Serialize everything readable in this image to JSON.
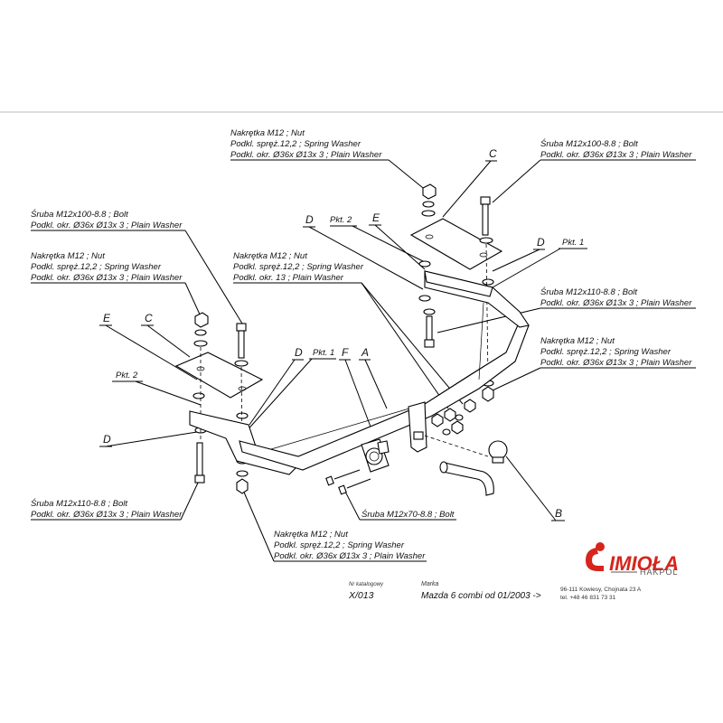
{
  "callouts": {
    "nut_top": [
      "Nakrętka  M12 ; Nut",
      "Podkl. spręż.12,2 ; Spring Washer",
      "Podkl. okr.  Ø36x Ø13x 3 ; Plain Washer"
    ],
    "bolt_top_right": [
      "Śruba M12x100-8.8 ;  Bolt",
      "Podkl. okr.  Ø36x Ø13x 3 ; Plain Washer"
    ],
    "bolt_left": [
      "Śruba M12x100-8.8 ;  Bolt",
      "Podkl. okr.  Ø36x Ø13x 3 ; Plain Washer"
    ],
    "nut_left": [
      "Nakrętka  M12 ; Nut",
      "Podkl. spręż.12,2 ; Spring Washer",
      "Podkl. okr.  Ø36x Ø13x 3 ; Plain Washer"
    ],
    "nut_mid": [
      "Nakrętka  M12 ; Nut",
      "Podkl. spręż.12,2 ; Spring Washer",
      "Podkl. okr. 13 ; Plain Washer"
    ],
    "bolt_right": [
      "Śruba M12x110-8.8 ;  Bolt",
      "Podkl. okr.  Ø36x Ø13x 3 ; Plain Washer"
    ],
    "nut_right": [
      "Nakrętka  M12 ; Nut",
      "Podkl. spręż.12,2 ; Spring Washer",
      "Podkl. okr.  Ø36x Ø13x 3 ; Plain Washer"
    ],
    "bolt_bottom_left": [
      "Śruba M12x110-8.8 ;  Bolt",
      "Podkl. okr.  Ø36x Ø13x 3 ; Plain Washer"
    ],
    "nut_bottom": [
      "Nakrętka  M12 ; Nut",
      "Podkl. spręż.12,2 ; Spring Washer",
      "Podkl. okr.  Ø36x Ø13x 3 ; Plain Washer"
    ],
    "bolt_small": "Śruba M12x70-8.8 ;  Bolt"
  },
  "letters": {
    "c_top": "C",
    "e_top": "E",
    "d_top": "D",
    "d_right": "D",
    "e_left": "E",
    "c_left": "C",
    "d_mid": "D",
    "f": "F",
    "a": "A",
    "d_left": "D",
    "b": "B"
  },
  "pkt": {
    "pkt2_top": "Pkt. 2",
    "pkt1_right": "Pkt. 1",
    "pkt1_mid": "Pkt. 1",
    "pkt2_left": "Pkt. 2"
  },
  "footer": {
    "catalog_label": "Nr katalogowy",
    "catalog_value": "X/013",
    "brand_label": "Marka",
    "brand_value": "Mazda  6   combi   od 01/2003 ->"
  },
  "logo": {
    "name": "IMIOŁA",
    "sub": "HAKPOL",
    "address": "96-111 Kowiesy, Chojnata 23 A",
    "phone": "tel. +48 46 831 73 31",
    "accent_color": "#d6251c"
  }
}
